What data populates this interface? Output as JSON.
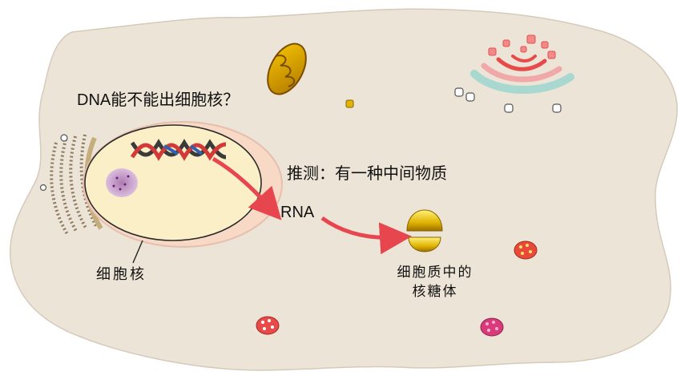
{
  "labels": {
    "question": "DNA能不能出细胞核？",
    "hypothesis": "推测：有一种中间物质",
    "messenger": "RNA",
    "nucleus": "细胞核",
    "ribosome_line1": "细胞质中的",
    "ribosome_line2": "核糖体"
  },
  "colors": {
    "cytoplasm": "#ece4d6",
    "nucleus_fill": "#fbefc7",
    "arrow": "#e8464f",
    "ribosome": "#e0b400"
  },
  "icons": [
    "dna-helix-icon",
    "mitochondrion-icon",
    "golgi-icon",
    "ribosome-icon",
    "vesicle-icon"
  ]
}
